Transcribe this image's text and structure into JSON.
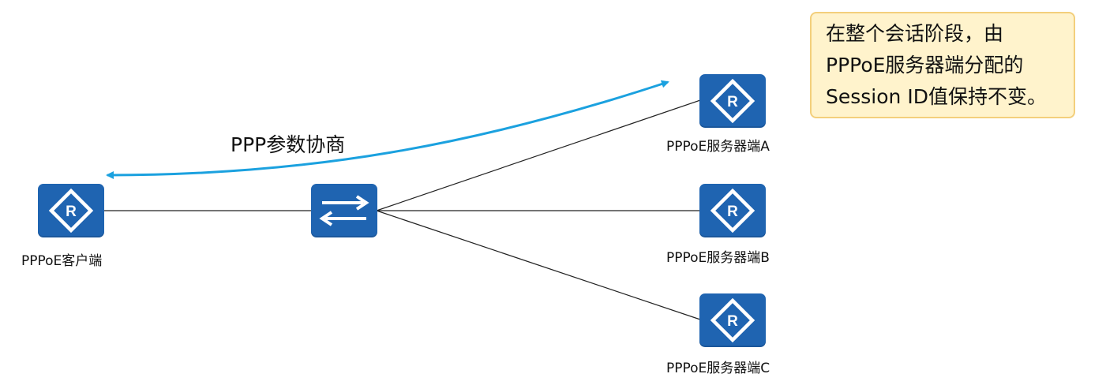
{
  "client": {
    "label": "PPPoE客户端"
  },
  "switch": {
    "icon": "switch-icon"
  },
  "servers": [
    {
      "label": "PPPoE服务器端A"
    },
    {
      "label": "PPPoE服务器端B"
    },
    {
      "label": "PPPoE服务器端C"
    }
  ],
  "flow": {
    "label": "PPP参数协商",
    "color": "#1ba1df"
  },
  "note": {
    "lines": [
      "在整个会话阶段，由",
      "PPPoE服务器端分配的",
      "Session ID值保持不变。"
    ]
  },
  "colors": {
    "device": "#1f64b1",
    "note_fill": "#fff3cc",
    "note_border": "#f3cf7c"
  }
}
